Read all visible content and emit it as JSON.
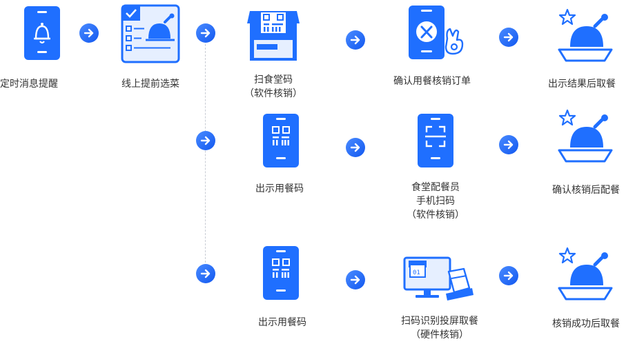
{
  "colors": {
    "primary": "#1f6fff",
    "primary_dark": "#0d4fe0",
    "light": "#e6efff",
    "gray": "#c8ccd4"
  },
  "steps": {
    "s1": {
      "label": "定时消息提醒",
      "icon": "phone-bell-icon"
    },
    "s2": {
      "label": "线上提前选菜",
      "icon": "menu-checklist-icon"
    },
    "r1": [
      {
        "lines": [
          "扫食堂码",
          "（软件核销）"
        ],
        "icon": "canteen-qr-icon"
      },
      {
        "lines": [
          "确认用餐核销订单"
        ],
        "icon": "phone-dining-icon"
      },
      {
        "lines": [
          "出示结果后取餐"
        ],
        "icon": "food-dome-icon"
      }
    ],
    "r2": [
      {
        "lines": [
          "出示用餐码"
        ],
        "icon": "phone-qr-icon"
      },
      {
        "lines": [
          "食堂配餐员",
          "手机扫码",
          "（软件核销）"
        ],
        "icon": "phone-scan-icon"
      },
      {
        "lines": [
          "确认核销后配餐"
        ],
        "icon": "food-dome-icon"
      }
    ],
    "r3": [
      {
        "lines": [
          "出示用餐码"
        ],
        "icon": "phone-qr-icon"
      },
      {
        "lines": [
          "扫码识别投屏取餐",
          "（硬件核销）"
        ],
        "icon": "scanner-screen-icon"
      },
      {
        "lines": [
          "核销成功后取餐"
        ],
        "icon": "food-dome-icon"
      }
    ]
  }
}
